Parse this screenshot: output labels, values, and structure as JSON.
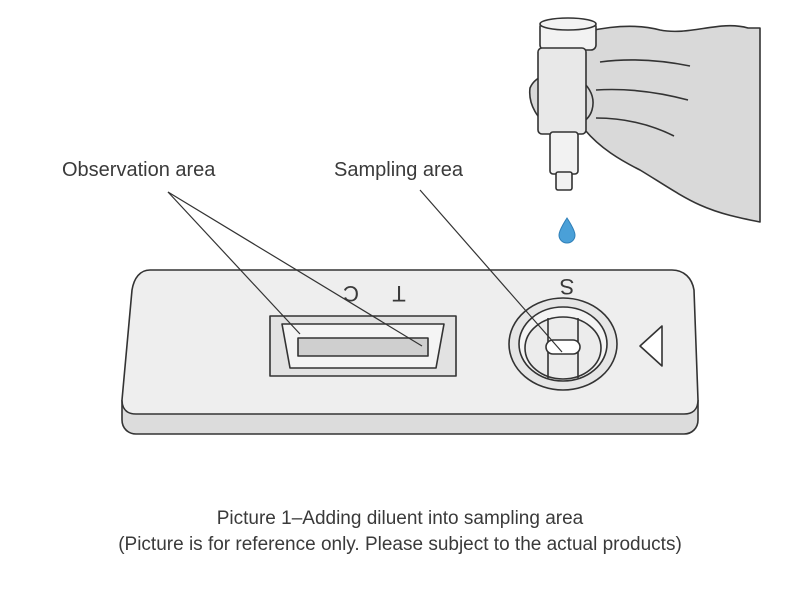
{
  "labels": {
    "observation_area": "Observation area",
    "sampling_area": "Sampling area",
    "control_mark": "C",
    "test_mark": "T",
    "sample_mark": "S"
  },
  "caption": {
    "title": "Picture 1–Adding diluent into sampling area",
    "note": "(Picture is for reference only. Please subject to the actual products)"
  },
  "colors": {
    "line": "#333333",
    "cassette_fill": "#ececec",
    "glove": "#d9d9d9",
    "drop": "#4aa0d8"
  }
}
